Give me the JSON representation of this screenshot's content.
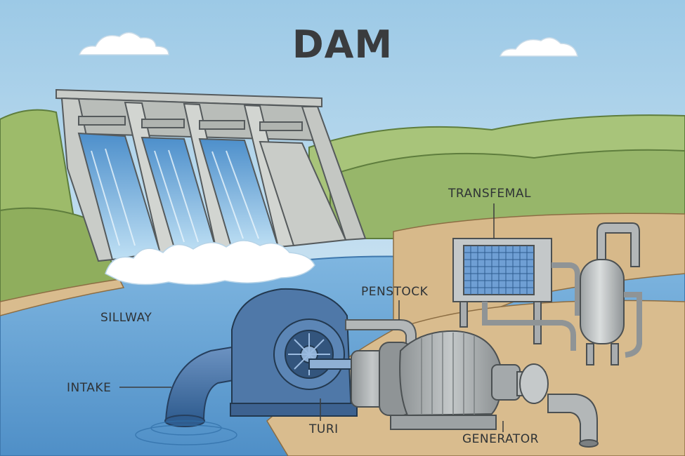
{
  "title": "DAM",
  "labels": {
    "transfemal": "TRANSFEMAL",
    "penstock": "PENSTOCK",
    "sillway": "SILLWAY",
    "intake": "INTAKE",
    "turi": "TURI",
    "generator": "GENERATOR"
  },
  "colors": {
    "sky": "#cfe6f4",
    "hills": "#9dbb6a",
    "water": "#5d9fd3",
    "concrete": "#c9ccc8",
    "turbine": "#4f78a8",
    "generator": "#a9adaf",
    "ground": "#d9bc8e"
  }
}
